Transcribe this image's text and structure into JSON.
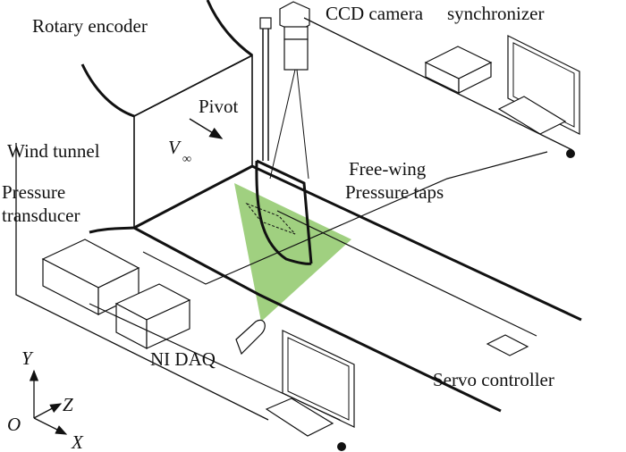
{
  "labels": {
    "rotary_encoder": "Rotary encoder",
    "ccd_camera": "CCD camera",
    "synchronizer": "synchronizer",
    "pivot": "Pivot",
    "wind_tunnel": "Wind tunnel",
    "velocity_symbol": "V",
    "velocity_subscript": "∞",
    "free_wing": "Free-wing",
    "pressure_taps": "Pressure taps",
    "pressure_line1": "Pressure",
    "pressure_line2": "transducer",
    "ni_daq": "NI DAQ",
    "servo_controller": "Servo controller"
  },
  "axes": {
    "origin": "O",
    "x": "X",
    "y": "Y",
    "z": "Z"
  },
  "colors": {
    "laser_sheet": "#8fc86a",
    "line": "#111111"
  }
}
